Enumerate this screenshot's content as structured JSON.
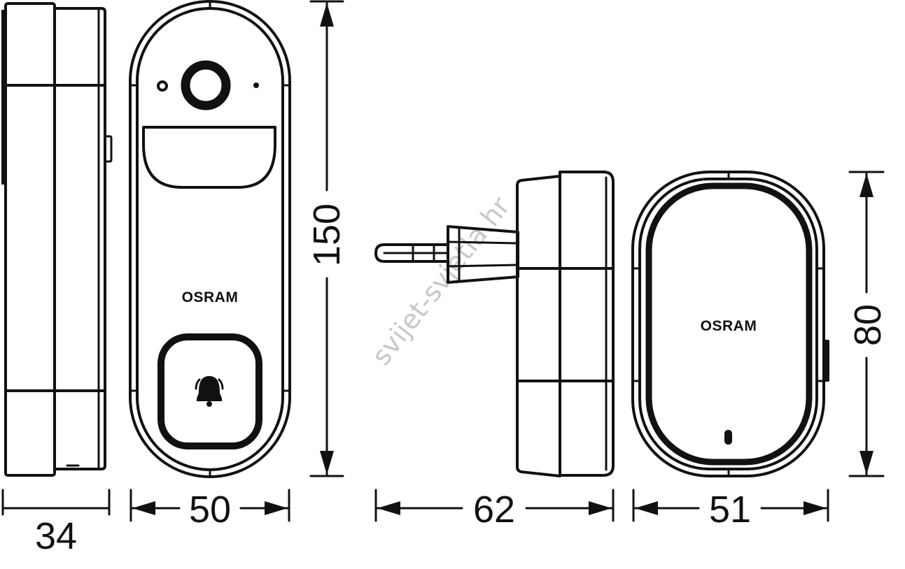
{
  "dimensions": {
    "doorbell_depth": "34",
    "doorbell_width": "50",
    "doorbell_height": "150",
    "chime_depth": "62",
    "chime_width": "51",
    "chime_height": "80"
  },
  "labels": {
    "doorbell_brand": "OSRAM",
    "chime_brand": "OSRAM"
  },
  "watermark": "svijet-svjetla.hr"
}
